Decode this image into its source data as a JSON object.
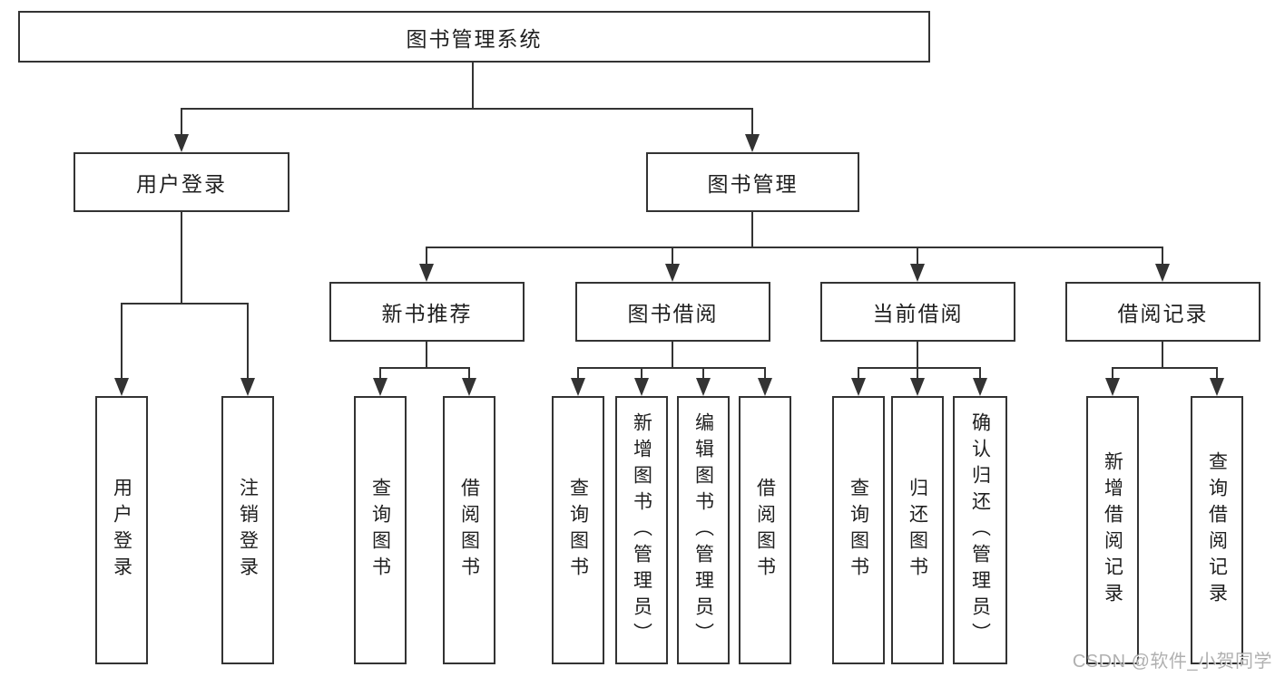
{
  "tree": {
    "root": {
      "label": "图书管理系统"
    },
    "user_login": {
      "label": "用户登录",
      "children": [
        {
          "label": "用户登录"
        },
        {
          "label": "注销登录"
        }
      ]
    },
    "book_mgmt": {
      "label": "图书管理",
      "sections": [
        {
          "label": "新书推荐",
          "children": [
            {
              "label": "查询图书"
            },
            {
              "label": "借阅图书"
            }
          ]
        },
        {
          "label": "图书借阅",
          "children": [
            {
              "label": "查询图书"
            },
            {
              "label": "新增图书（管理员）"
            },
            {
              "label": "编辑图书（管理员）"
            },
            {
              "label": "借阅图书"
            }
          ]
        },
        {
          "label": "当前借阅",
          "children": [
            {
              "label": "查询图书"
            },
            {
              "label": "归还图书"
            },
            {
              "label": "确认归还（管理员）"
            }
          ]
        },
        {
          "label": "借阅记录",
          "children": [
            {
              "label": "新增借阅记录"
            },
            {
              "label": "查询借阅记录"
            }
          ]
        }
      ]
    }
  },
  "watermark": "CSDN @软件_小贺同学",
  "colors": {
    "line": "#333333",
    "text": "#1f1f1f",
    "canvas": "#ffffff",
    "watermark": "#969696"
  }
}
